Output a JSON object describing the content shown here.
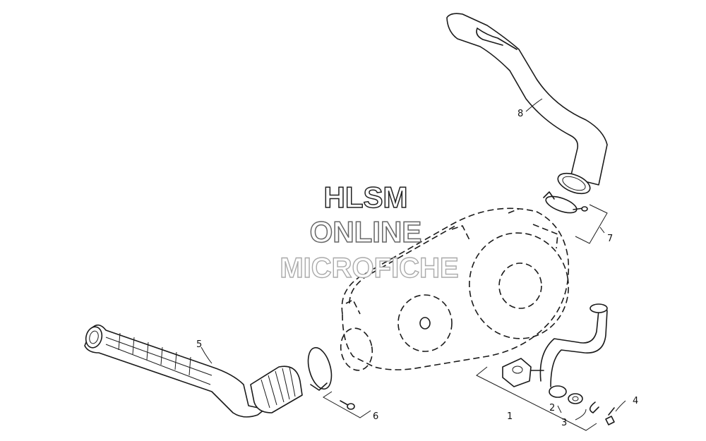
{
  "watermark": {
    "line1": "HLSM",
    "line2": "ONLINE",
    "line3": "MICROFICHE"
  },
  "callouts": [
    "1",
    "2",
    "3",
    "4",
    "5",
    "6",
    "7",
    "8"
  ],
  "colors": {
    "line": "#1a1a1a",
    "background": "#ffffff"
  }
}
